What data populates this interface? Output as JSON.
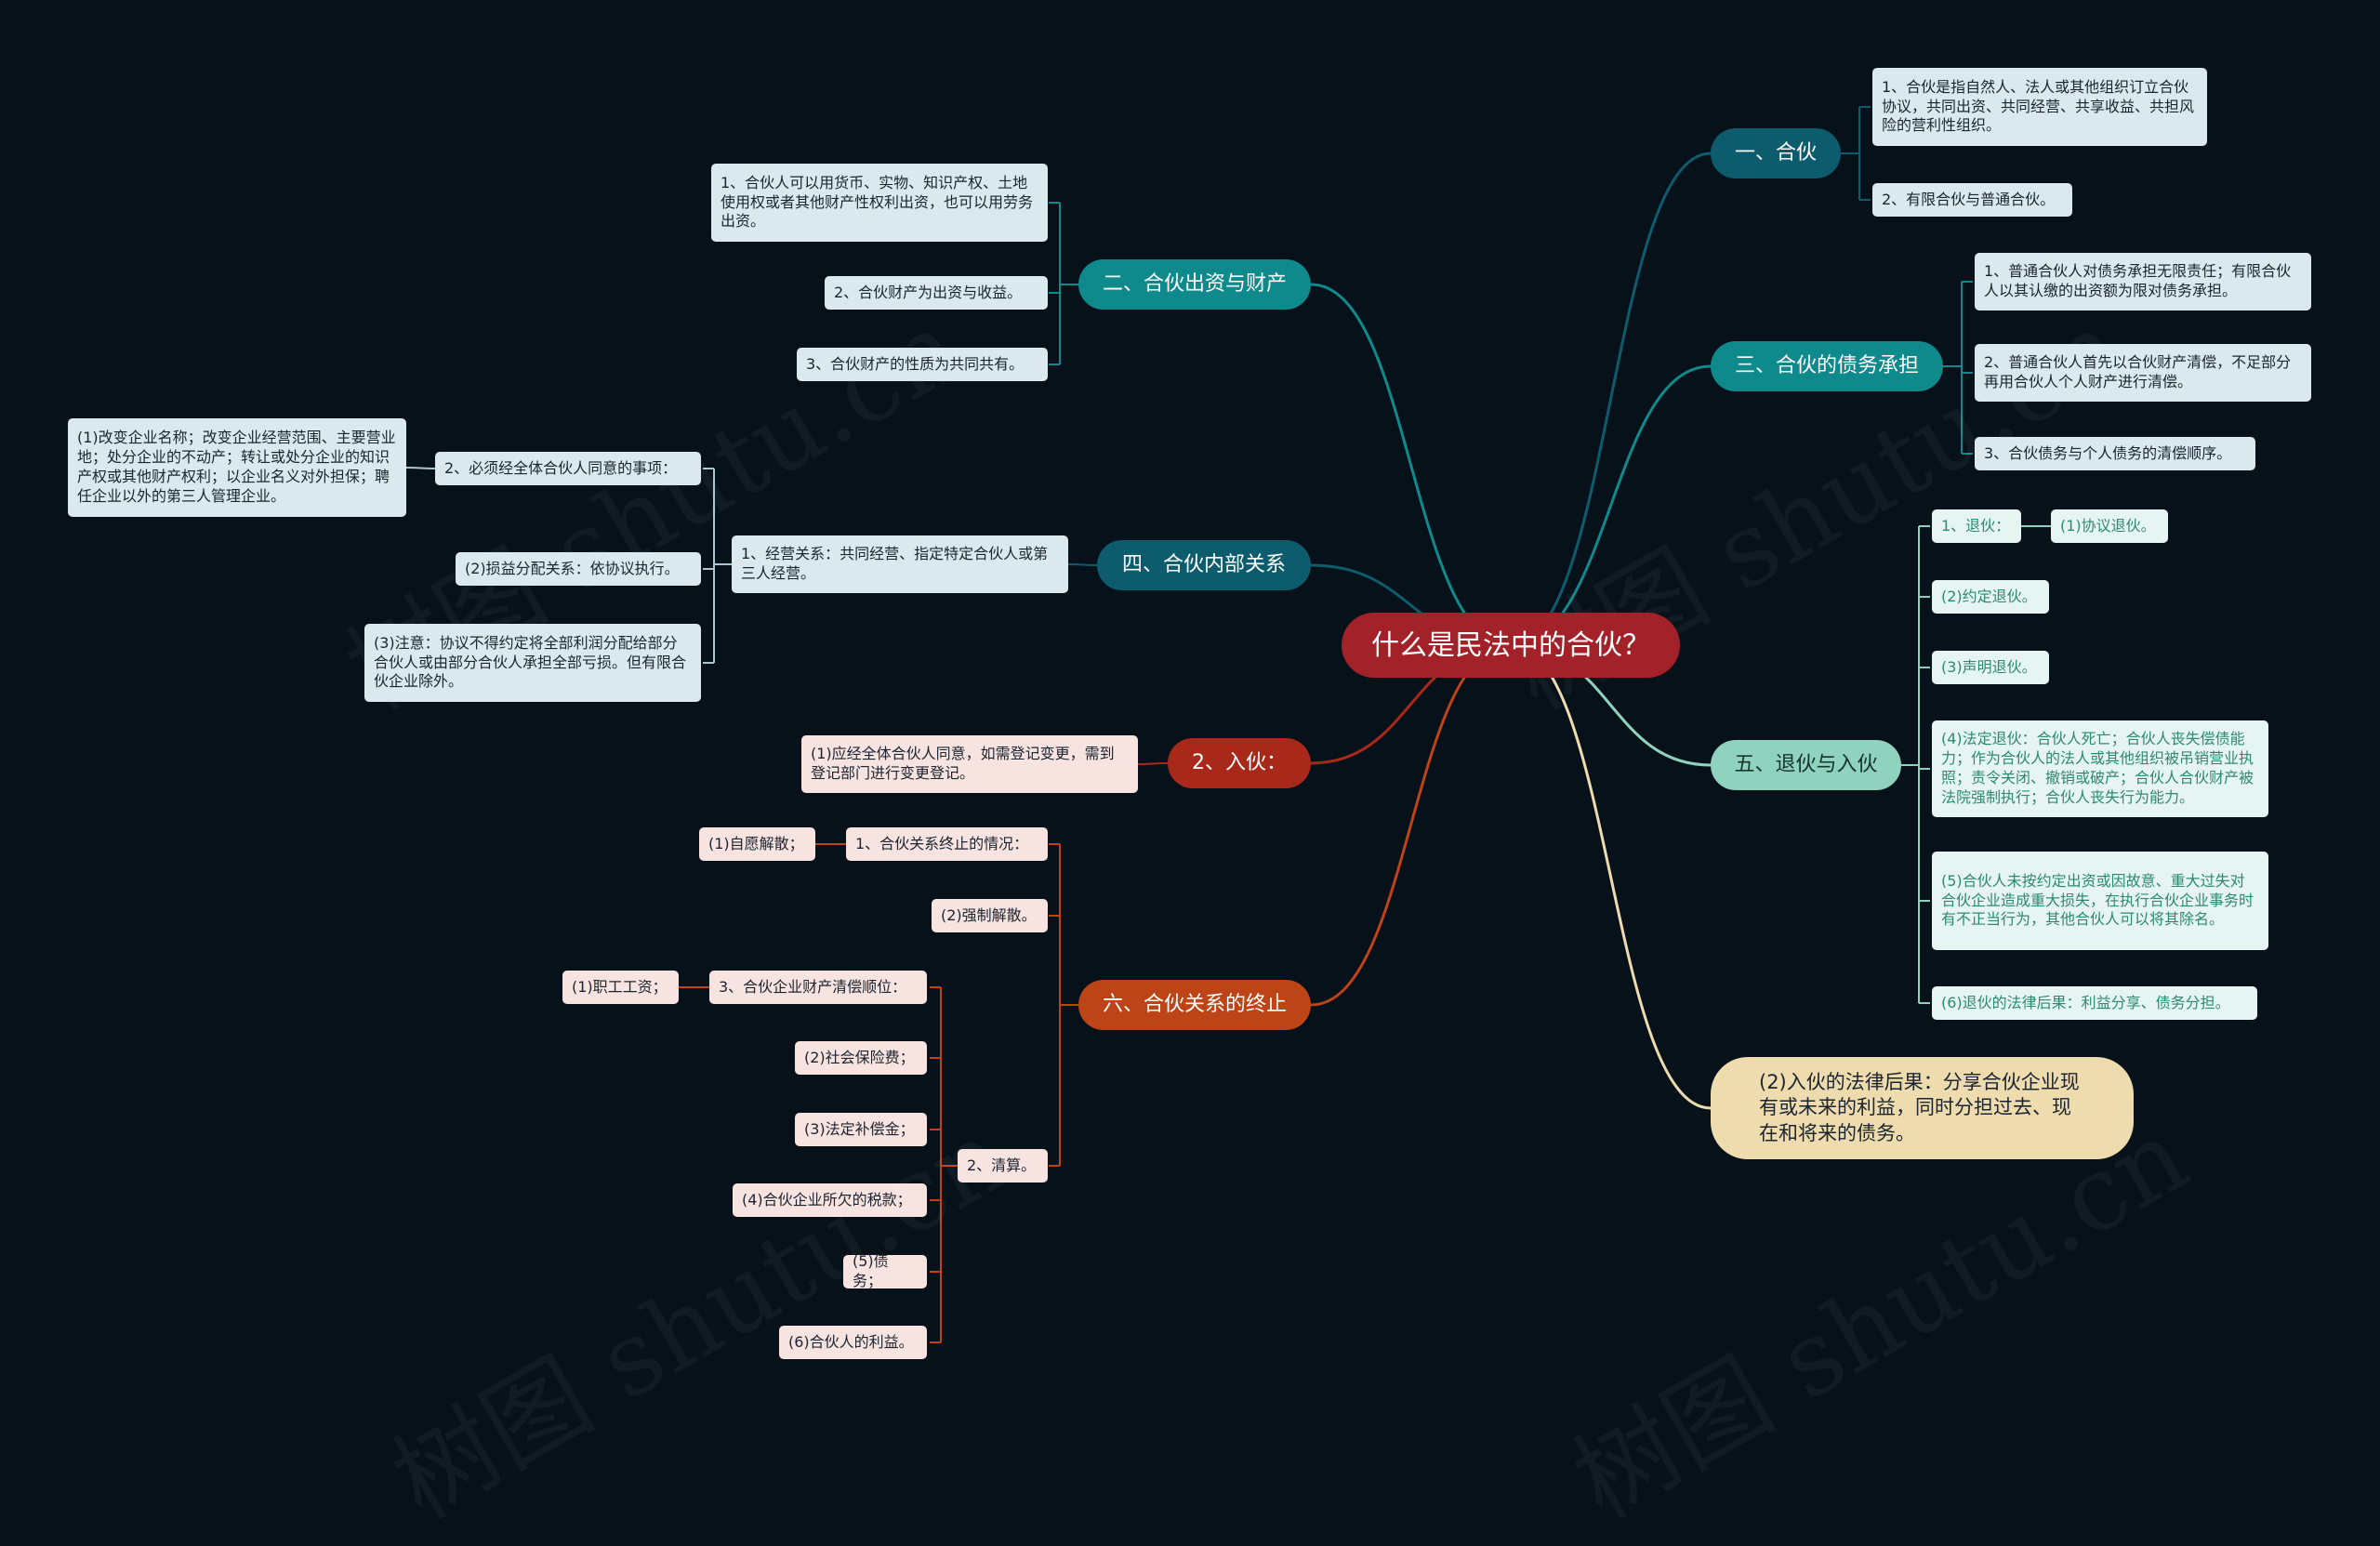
{
  "root": {
    "label": "什么是民法中的合伙？"
  },
  "watermark": {
    "text": "树图 shutu.cn"
  },
  "colors": {
    "root": "#a3222a",
    "topic_teal": "#0e8a8c",
    "topic_dark_teal": "#0d5c6e",
    "topic_red": "#a8281a",
    "topic_orange": "#bd4416",
    "topic_mint": "#8fd2bd",
    "leaf_blue": "#dbe9ee",
    "leaf_pink": "#f7e3df",
    "leaf_mint": "#e6f5f1",
    "leaf_sand": "#eedcae"
  },
  "right": {
    "t1": {
      "label": "一、合伙",
      "items": [
        "1、合伙是指自然人、法人或其他组织订立合伙协议，共同出资、共同经营、共享收益、共担风险的营利性组织。",
        "2、有限合伙与普通合伙。"
      ]
    },
    "t3": {
      "label": "三、合伙的债务承担",
      "items": [
        "1、普通合伙人对债务承担无限责任；有限合伙人以其认缴的出资额为限对债务承担。",
        "2、普通合伙人首先以合伙财产清偿，不足部分再用合伙人个人财产进行清偿。",
        "3、合伙债务与个人债务的清偿顺序。"
      ]
    },
    "t5": {
      "label": "五、退伙与入伙",
      "tuihuo": "1、退伙：",
      "xieyi": "(1)协议退伙。",
      "items": [
        "(2)约定退伙。",
        "(3)声明退伙。",
        "(4)法定退伙：合伙人死亡；合伙人丧失偿债能力；作为合伙人的法人或其他组织被吊销营业执照；责令关闭、撤销或破产；合伙人合伙财产被法院强制执行；合伙人丧失行为能力。",
        "(5)合伙人未按约定出资或因故意、重大过失对合伙企业造成重大损失，在执行合伙企业事务时有不正当行为，其他合伙人可以将其除名。",
        "(6)退伙的法律后果：利益分享、债务分担。"
      ]
    },
    "big": {
      "label": "(2)入伙的法律后果：分享合伙企业现有或未来的利益，同时分担过去、现在和将来的债务。"
    }
  },
  "left": {
    "t2": {
      "label": "二、合伙出资与财产",
      "items": [
        "1、合伙人可以用货币、实物、知识产权、土地使用权或者其他财产性权利出资，也可以用劳务出资。",
        "2、合伙财产为出资与收益。",
        "3、合伙财产的性质为共同共有。"
      ]
    },
    "t4": {
      "label": "四、合伙内部关系",
      "jingying": "1、经营关系：共同经营、指定特定合伙人或第三人经营。",
      "bixu": "2、必须经全体合伙人同意的事项：",
      "bixu_detail": "(1)改变企业名称；改变企业经营范围、主要营业地；处分企业的不动产；转让或处分企业的知识产权或其他财产权利；以企业名义对外担保；聘任企业以外的第三人管理企业。",
      "sunyi": "(2)损益分配关系：依协议执行。",
      "zhuyi": "(3)注意：协议不得约定将全部利润分配给部分合伙人或由部分合伙人承担全部亏损。但有限合伙企业除外。"
    },
    "ruhuo": {
      "label": "2、入伙：",
      "detail": "(1)应经全体合伙人同意，如需登记变更，需到登记部门进行变更登记。"
    },
    "t6": {
      "label": "六、合伙关系的终止",
      "zhongzhi": "1、合伙关系终止的情况：",
      "ziyuan": "(1)自愿解散；",
      "qiangzhi": "(2)强制解散。",
      "qingsuan": "2、清算。",
      "shunwei": "3、合伙企业财产清偿顺位：",
      "steps": [
        "(1)职工工资；",
        "(2)社会保险费；",
        "(3)法定补偿金；",
        "(4)合伙企业所欠的税款；",
        "(5)债务；",
        "(6)合伙人的利益。"
      ]
    }
  }
}
